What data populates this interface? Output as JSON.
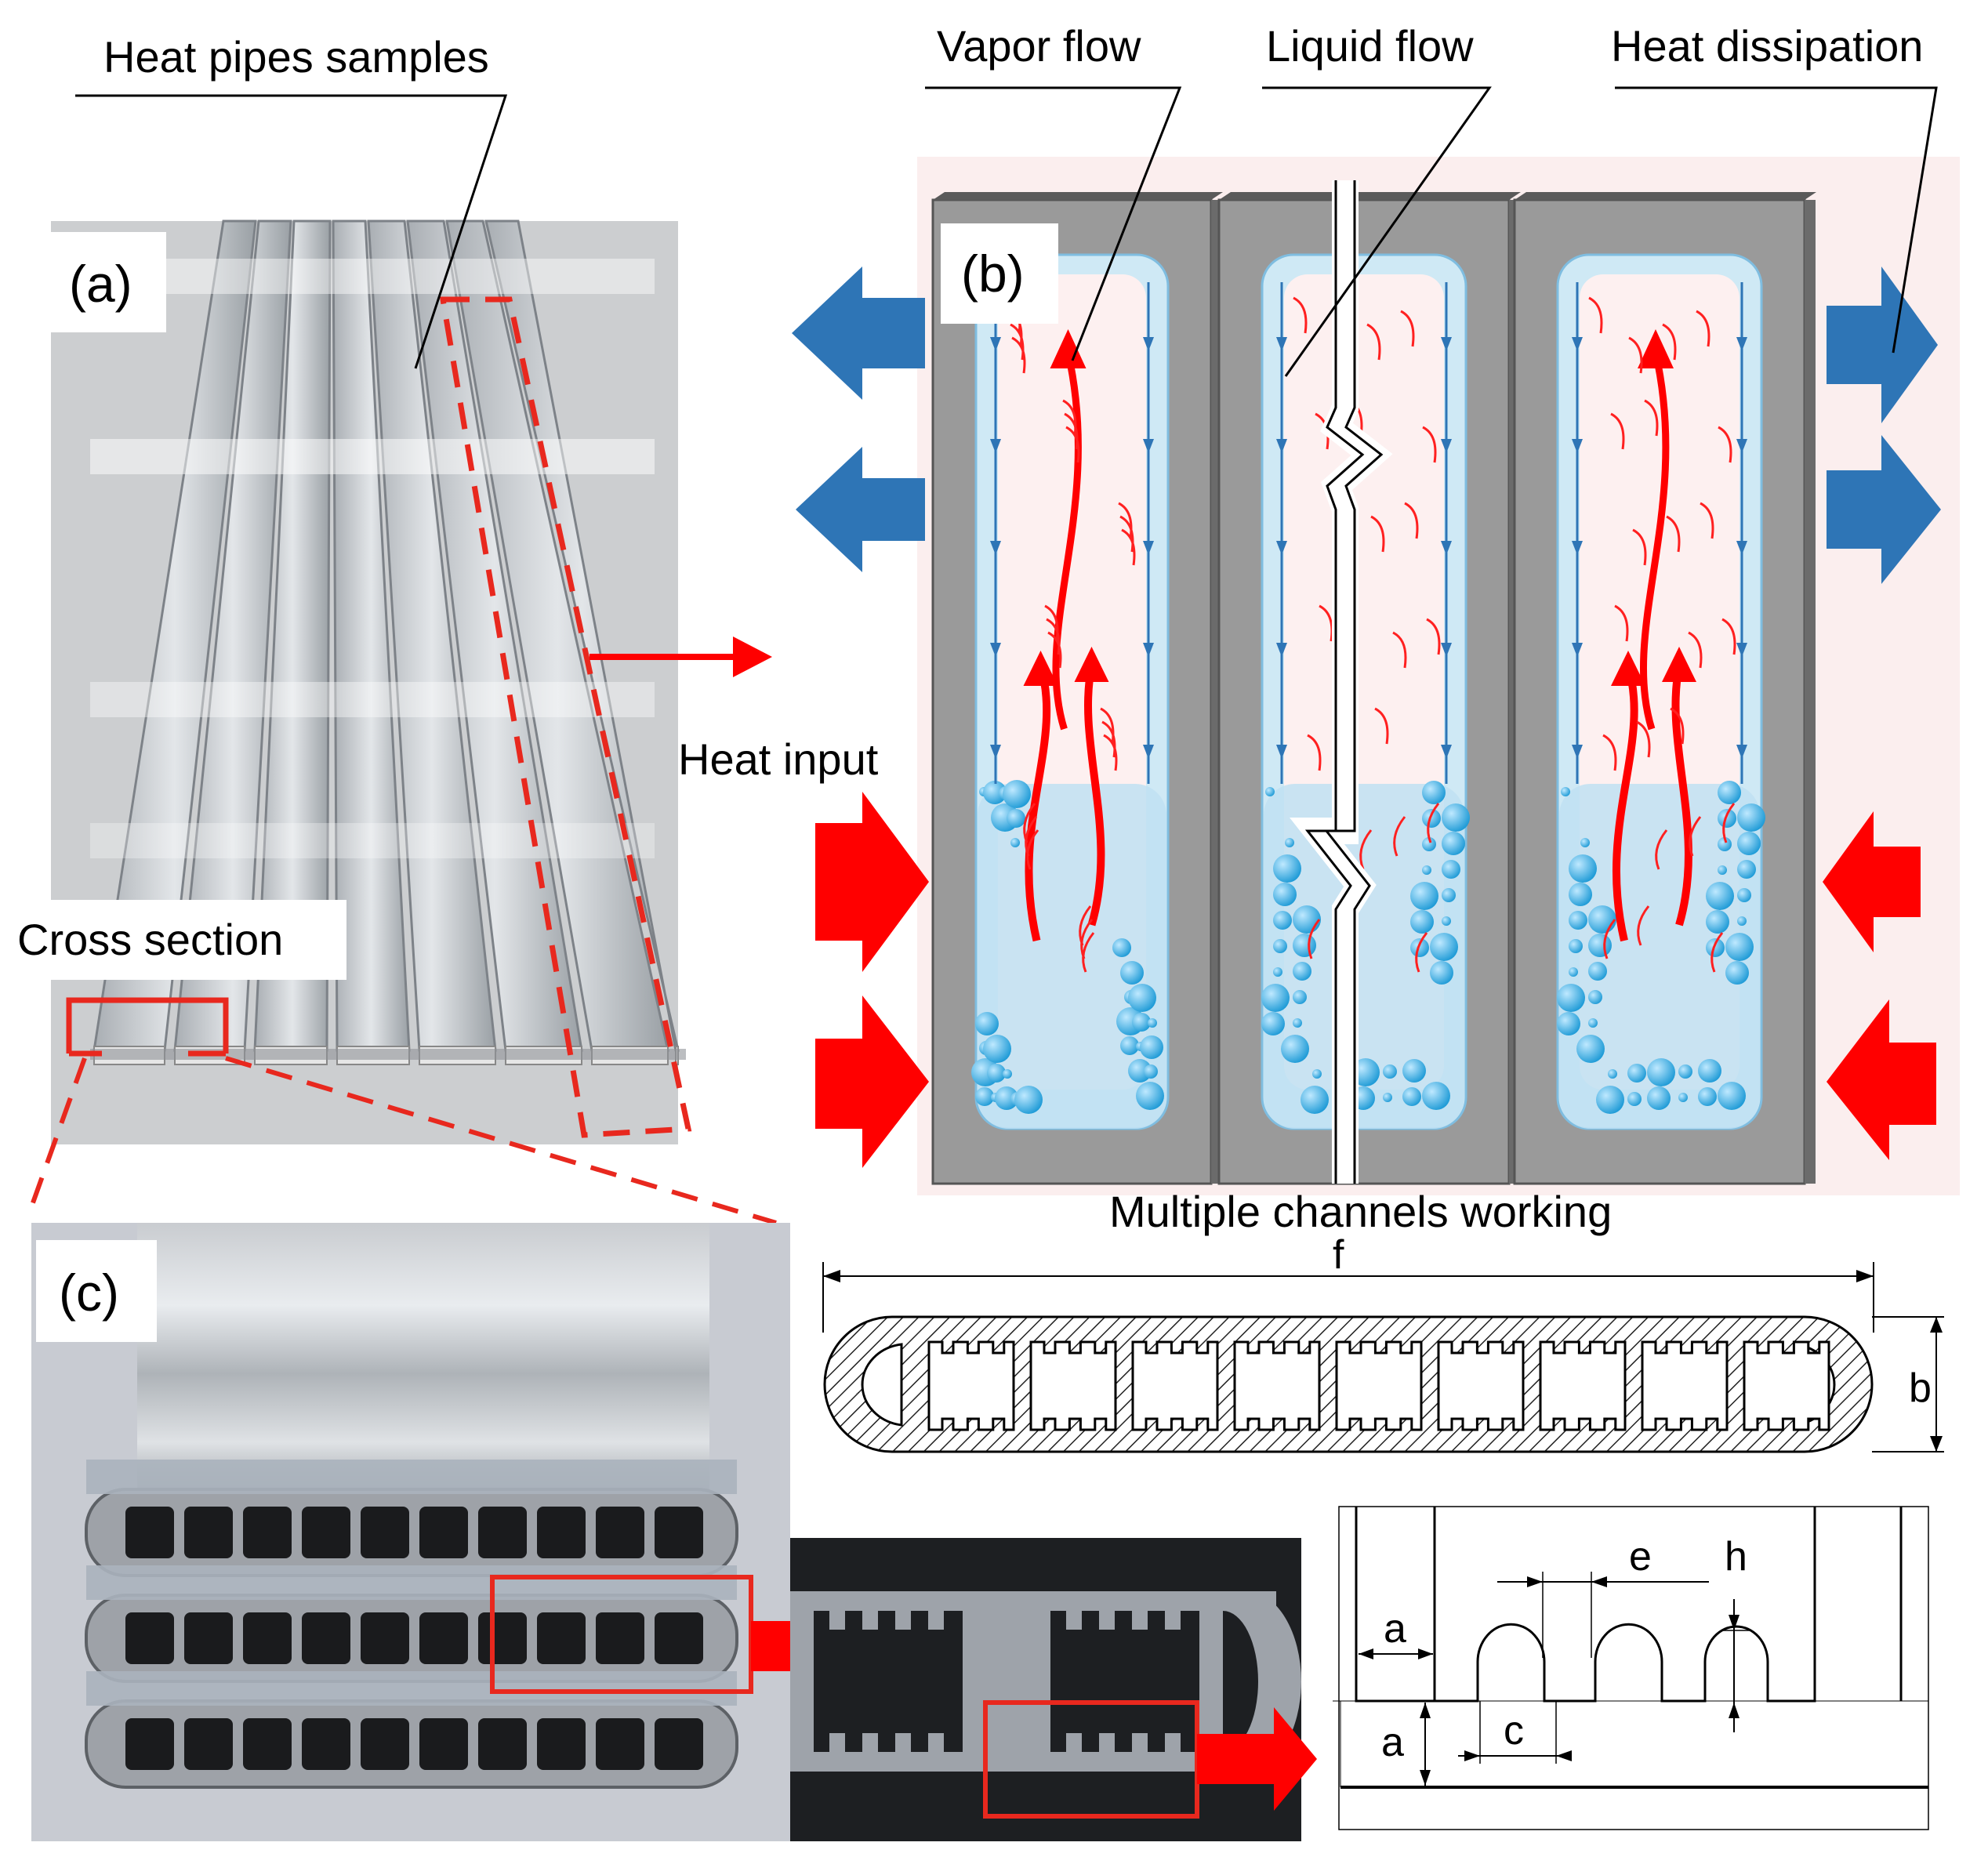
{
  "labels": {
    "heat_pipes_samples": "Heat pipes samples",
    "vapor_flow": "Vapor flow",
    "liquid_flow": "Liquid flow",
    "heat_dissipation": "Heat dissipation",
    "heat_input": "Heat  input",
    "cross_section": "Cross section",
    "multiple_channels": "Multiple channels working"
  },
  "panels": {
    "a": "(a)",
    "b": "(b)",
    "c": "(c)"
  },
  "dimensions": {
    "f": "f",
    "b": "b",
    "a_horizontal": "a",
    "a_vertical": "a",
    "c": "c",
    "e": "e",
    "h": "h"
  },
  "colors": {
    "heat_input_arrow": "#ff0000",
    "heat_dissipation_arrow": "#2e75b6",
    "callout_dashed": "#e8281e",
    "liquid": "#a8d8f0",
    "vapor_background": "#fdeaea",
    "channel_wall": "#8e8e8e"
  }
}
